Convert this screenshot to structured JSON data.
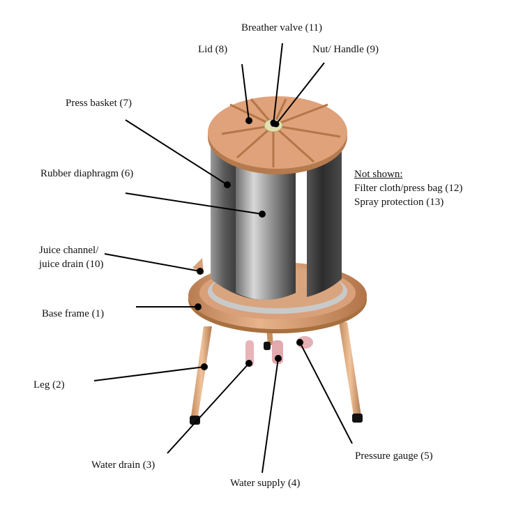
{
  "title": "Hydro press components",
  "labels": {
    "breather_valve": "Breather valve (11)",
    "lid": "Lid (8)",
    "nut_handle": "Nut/ Handle (9)",
    "press_basket": "Press basket (7)",
    "rubber_diaphragm": "Rubber diaphragm (6)",
    "juice_channel_line1": "Juice channel/",
    "juice_channel_line2": "juice drain (10)",
    "base_frame": "Base frame (1)",
    "leg": "Leg (2)",
    "water_drain": "Water drain (3)",
    "water_supply": "Water supply (4)",
    "pressure_gauge": "Pressure gauge (5)"
  },
  "not_shown": {
    "heading": "Not shown:",
    "items": [
      "Filter cloth/press bag (12)",
      "Spray protection (13)"
    ]
  },
  "colors": {
    "copper": "#d9a27a",
    "copper_dark": "#a86f47",
    "steel_light": "#d8d8d8",
    "steel_dark": "#3c3c3c",
    "pink_fitting": "#e8b4b8",
    "leader": "#000000"
  }
}
